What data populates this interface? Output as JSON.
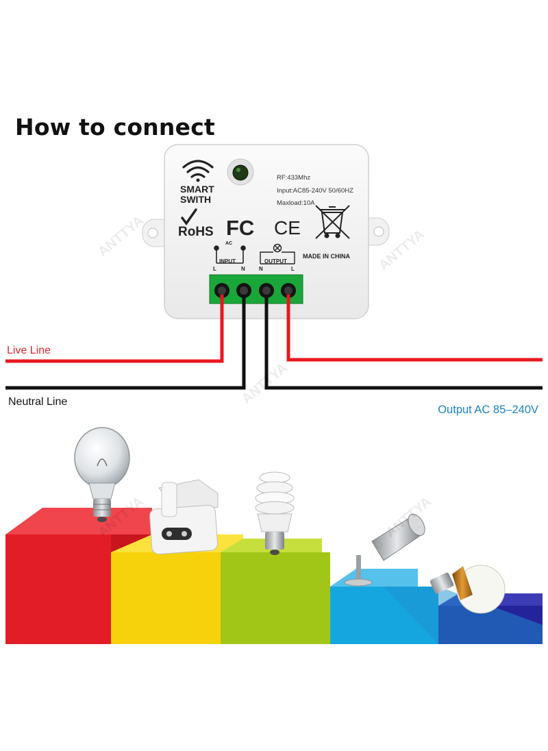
{
  "title": "How to connect",
  "device": {
    "brand_line1": "SMART",
    "brand_line2": "SWITH",
    "spec_rf": "RF:433Mhz",
    "spec_input": "Input:AC85-240V 50/60HZ",
    "spec_maxload": "Maxload:10A",
    "cert_rohs": "RoHS",
    "cert_fc": "FC",
    "cert_ce": "CE",
    "ac_label": "AC",
    "input_label": "INPUT",
    "output_label": "OUTPUT",
    "terminal_L1": "L",
    "terminal_N1": "N",
    "terminal_N2": "N",
    "terminal_L2": "L",
    "made_in": "MADE IN CHINA"
  },
  "wires": {
    "live_label": "Live Line",
    "neutral_label": "Neutral Line",
    "output_label": "Output AC 85–240V",
    "live_color": "#e8181f",
    "neutral_color": "#111111"
  },
  "watermark": "ANTTYA",
  "steps": {
    "colors": [
      "#e4202a",
      "#f6d20c",
      "#a2c617",
      "#16a6df",
      "#24249a"
    ]
  }
}
